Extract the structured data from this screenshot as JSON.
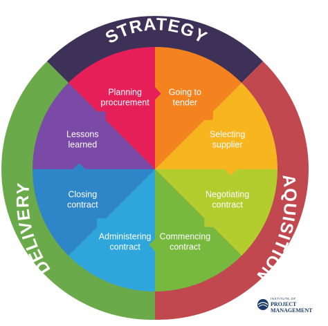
{
  "ring": {
    "strategy": "STRATEGY",
    "acquisition": "AQUISITION",
    "delivery": "DELIVERY"
  },
  "segments": [
    {
      "line1": "Lessons",
      "line2": "learned",
      "color": "#7b4aa6"
    },
    {
      "line1": "Planning",
      "line2": "procurement",
      "color": "#e61f59"
    },
    {
      "line1": "Going to",
      "line2": "tender",
      "color": "#f4831f"
    },
    {
      "line1": "Selecting",
      "line2": "supplier",
      "color": "#f7b520"
    },
    {
      "line1": "Negotiating",
      "line2": "contract",
      "color": "#b3cc2e"
    },
    {
      "line1": "Commencing",
      "line2": "contract",
      "color": "#77b83f"
    },
    {
      "line1": "Administering",
      "line2": "contract",
      "color": "#2ea6dc"
    },
    {
      "line1": "Closing",
      "line2": "contract",
      "color": "#2e86c8"
    }
  ],
  "colors": {
    "strategy_ring": "#3d3158",
    "acquisition_ring": "#c1484f",
    "delivery_ring": "#6aaa4a"
  },
  "logo": {
    "small": "INSTITUTE OF",
    "line1": "PROJECT",
    "line2": "MANAGEMENT"
  }
}
